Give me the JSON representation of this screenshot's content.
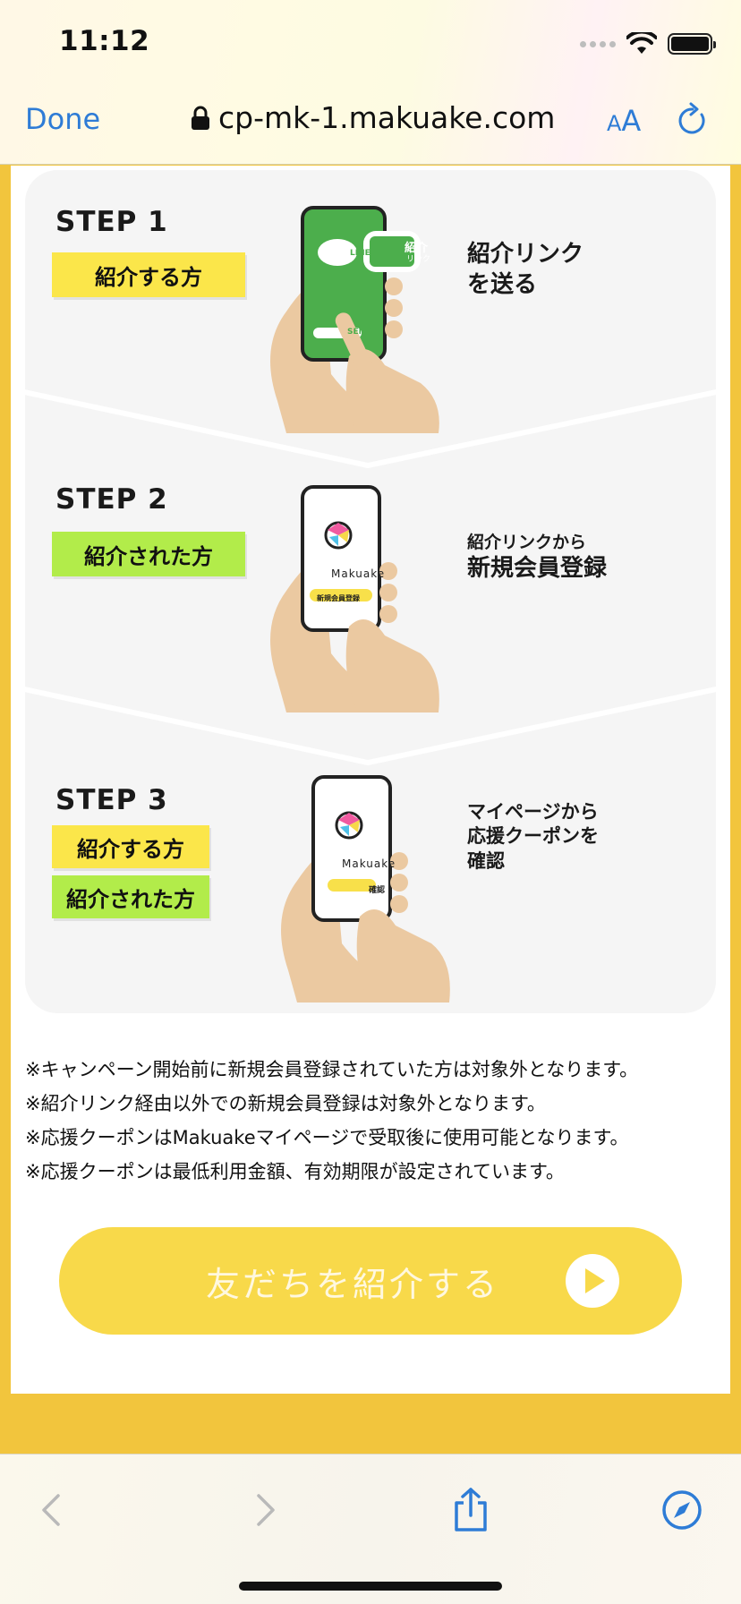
{
  "status_bar": {
    "time": "11:12"
  },
  "browser": {
    "done_label": "Done",
    "url": "cp-mk-1.makuake.com",
    "text_size_small": "A",
    "text_size_big": "A",
    "accent_color": "#2e7cd6"
  },
  "steps": [
    {
      "label": "STEP 1",
      "tags": [
        {
          "text": "紹介する方",
          "color": "#fbe64a"
        }
      ],
      "description_lines": [
        "紹介リンク",
        "を送る"
      ],
      "phone": {
        "brand_badge": "LINE",
        "bubble_title": "紹介",
        "bubble_sub": "リンク",
        "button_text": "SEND"
      }
    },
    {
      "label": "STEP 2",
      "tags": [
        {
          "text": "紹介された方",
          "color": "#b2ec4a"
        }
      ],
      "description_small": "紹介リンクから",
      "description_big": "新規会員登録",
      "phone": {
        "logo_text": "Makuake",
        "button_text": "新規会員登録"
      }
    },
    {
      "label": "STEP 3",
      "tags": [
        {
          "text": "紹介する方",
          "color": "#fbe64a"
        },
        {
          "text": "紹介された方",
          "color": "#b2ec4a"
        }
      ],
      "description_lines": [
        "マイページから",
        "応援クーポンを",
        "確認"
      ],
      "phone": {
        "logo_text": "Makuake",
        "button_text": "確認"
      }
    }
  ],
  "notes": [
    "※キャンペーン開始前に新規会員登録されていた方は対象外となります。",
    "※紹介リンク経由以外での新規会員登録は対象外となります。",
    "※応援クーポンはMakuakeマイページで受取後に使用可能となります。",
    "※応援クーポンは最低利用金額、有効期限が設定されています。"
  ],
  "cta": {
    "label": "友だちを紹介する",
    "color": "#f8d94a"
  },
  "toolbar": {
    "icons": [
      "back-icon",
      "forward-icon",
      "share-icon",
      "compass-icon"
    ]
  }
}
